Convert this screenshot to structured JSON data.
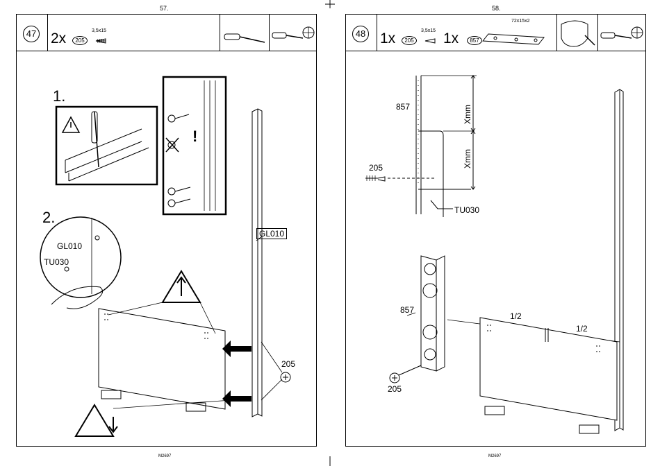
{
  "left_page": {
    "page_number": "57.",
    "footer": "M2697",
    "step_number": "47",
    "quantity": "2x",
    "part_ref": "205",
    "screw_size": "3,5x15",
    "sub_steps": [
      "1.",
      "2."
    ],
    "labels": {
      "gl": "GL010",
      "tu": "TU030",
      "screw": "205"
    }
  },
  "right_page": {
    "page_number": "58.",
    "footer": "M2697",
    "step_number": "48",
    "quantity_1": "1x",
    "part_ref_1": "205",
    "screw_size": "3,5x15",
    "quantity_2": "1x",
    "part_ref_2": "857",
    "plate_size": "72x15x2",
    "labels": {
      "bracket": "857",
      "dim": "Xmm",
      "tu": "TU030",
      "screw": "205",
      "half": "1/2"
    }
  },
  "icons": [
    "screwdriver-icon",
    "drill-icon",
    "glue-icon",
    "warning-icon"
  ]
}
